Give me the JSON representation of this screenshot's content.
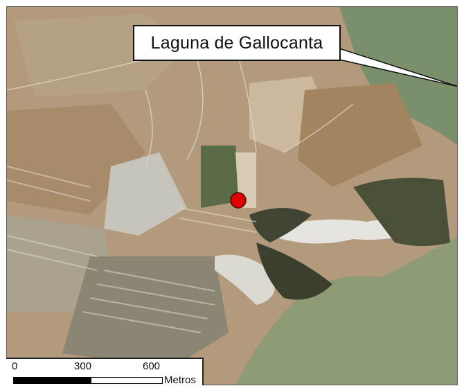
{
  "map": {
    "callout_label": "Laguna de Gallocanta",
    "marker_color": "#e00000",
    "scale": {
      "ticks": [
        "0",
        "300",
        "600"
      ],
      "unit": "Metros"
    }
  }
}
